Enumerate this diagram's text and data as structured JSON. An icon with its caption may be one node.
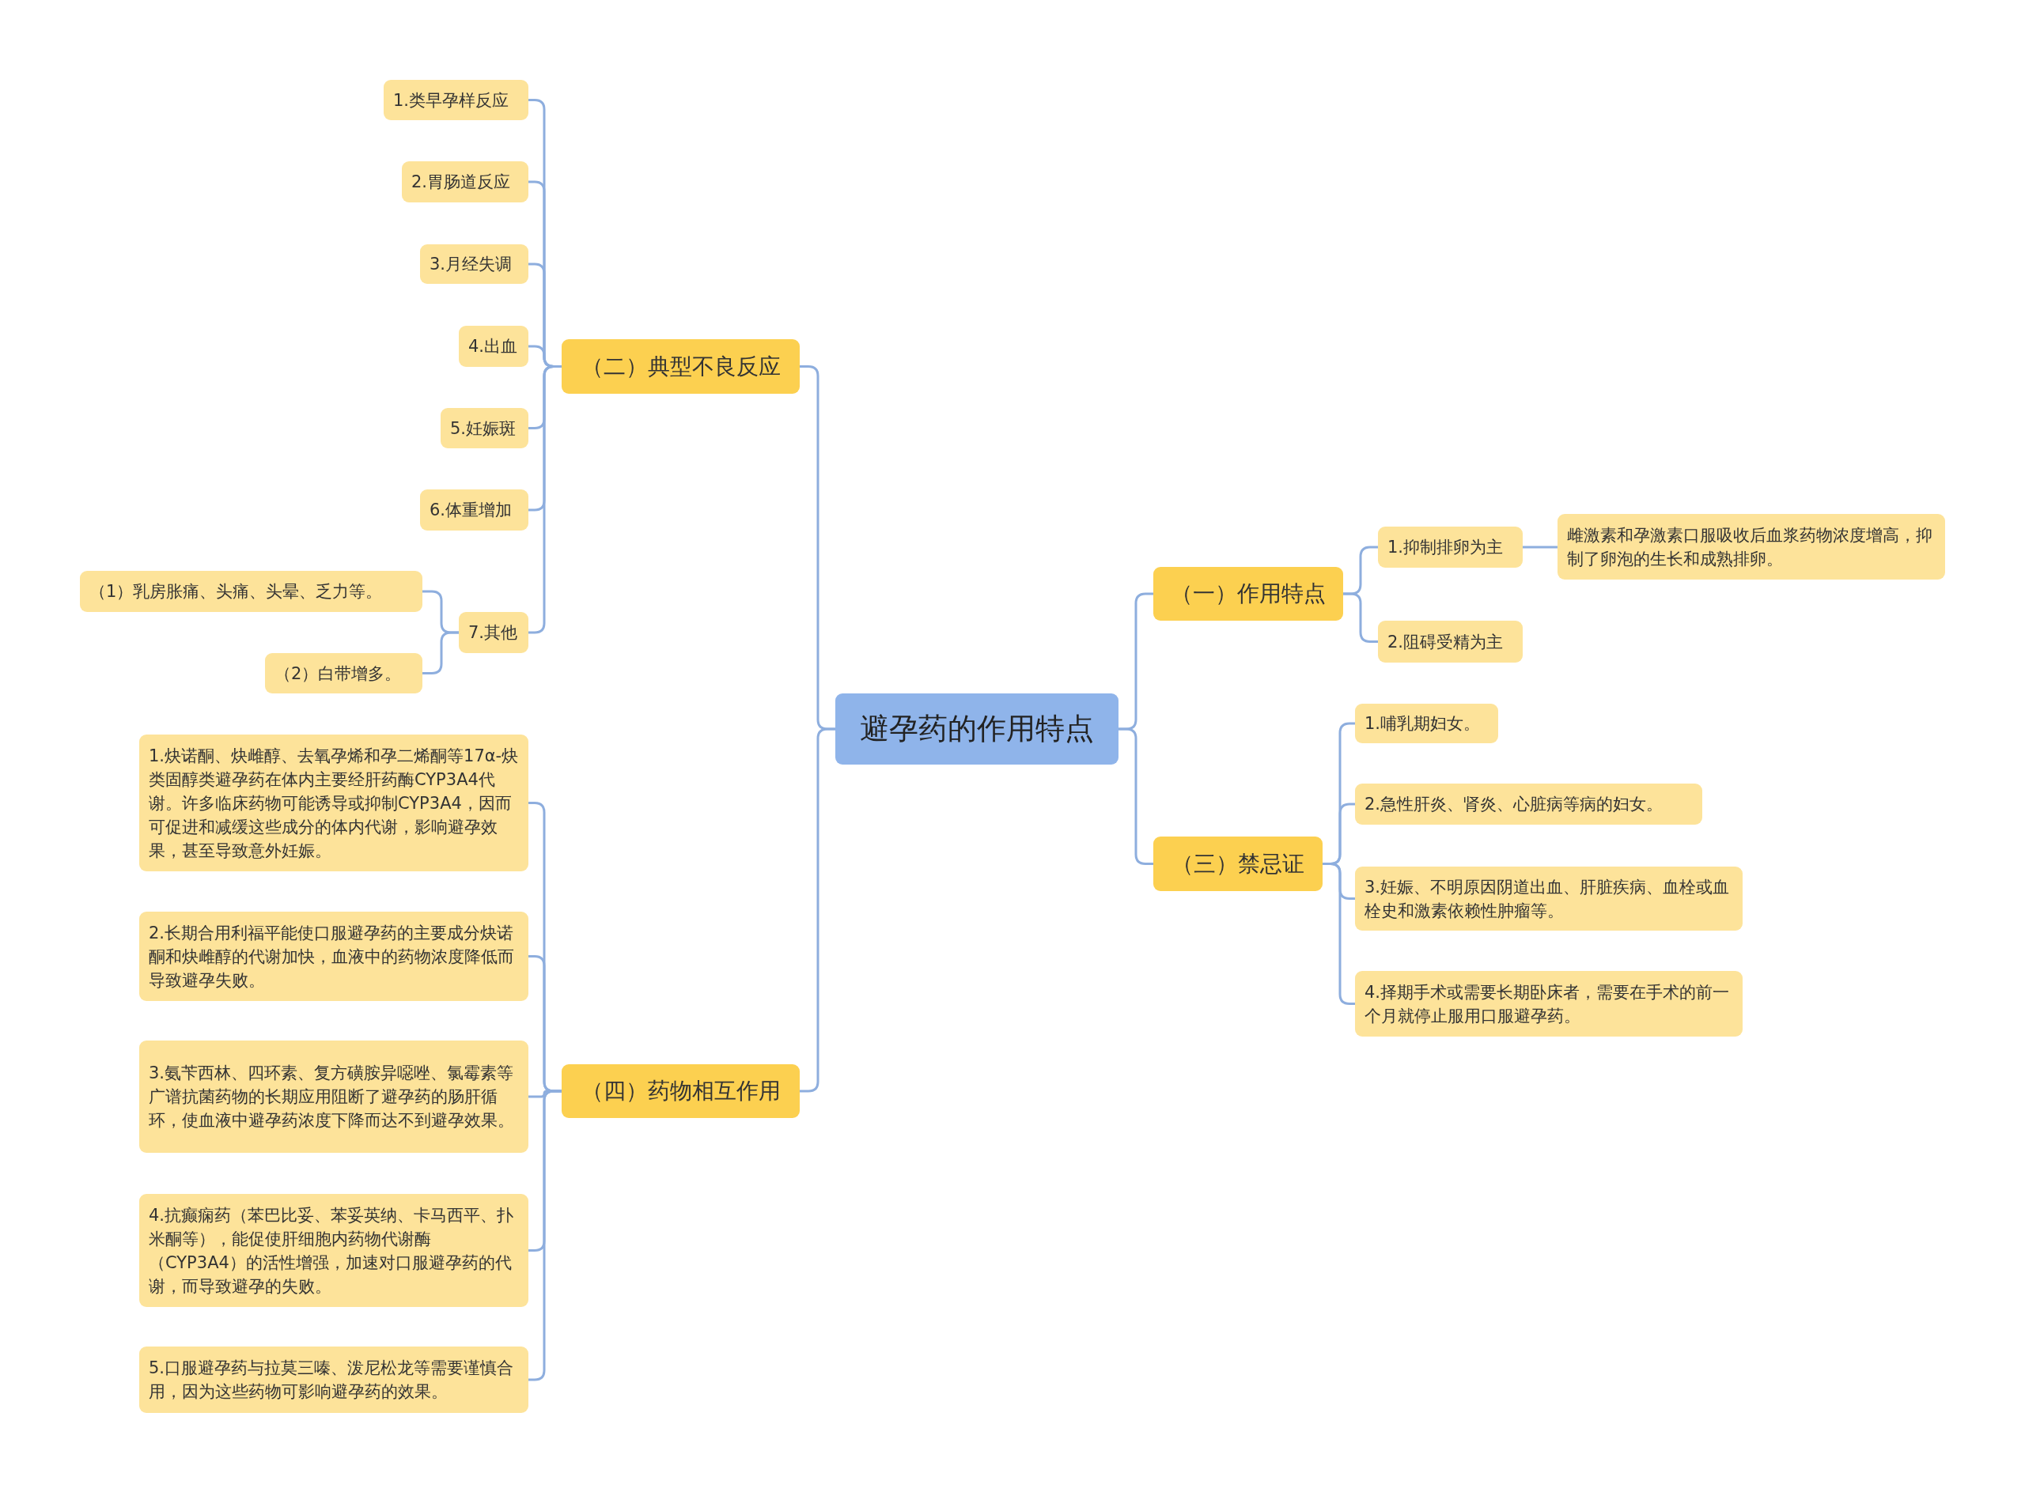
{
  "diagram": {
    "nodes": [
      {
        "text": [
          "避孕药的作用特点"
        ]
      },
      {
        "text": [
          "（一）作用特点"
        ]
      },
      {
        "text": [
          "1.抑制排卵为主"
        ]
      },
      {
        "text": [
          "雌激素和孕激素口服吸收后血浆药物浓度增高，抑制了卵泡的生长和成熟排卵。"
        ]
      },
      {
        "text": [
          "2.阻碍受精为主"
        ]
      },
      {
        "text": [
          "（三）禁忌证"
        ]
      },
      {
        "text": [
          "1.哺乳期妇女。"
        ]
      },
      {
        "text": [
          "2.急性肝炎、肾炎、心脏病等病的妇女。"
        ]
      },
      {
        "text": [
          "3.妊娠、不明原因阴道出血、肝脏疾病、血栓或血栓史和激素依赖性肿瘤等。"
        ]
      },
      {
        "text": [
          "4.择期手术或需要长期卧床者，需要在手术的前一个月就停止服用口服避孕药。"
        ]
      },
      {
        "text": [
          "（二）典型不良反应"
        ]
      },
      {
        "text": [
          "1.类早孕样反应"
        ]
      },
      {
        "text": [
          "2.胃肠道反应"
        ]
      },
      {
        "text": [
          "3.月经失调"
        ]
      },
      {
        "text": [
          "4.出血"
        ]
      },
      {
        "text": [
          "5.妊娠斑"
        ]
      },
      {
        "text": [
          "6.体重增加"
        ]
      },
      {
        "text": [
          "7.其他"
        ]
      },
      {
        "text": [
          "（1）乳房胀痛、头痛、头晕、乏力等。"
        ]
      },
      {
        "text": [
          "（2）白带增多。"
        ]
      },
      {
        "text": [
          "（四）药物相互作用"
        ]
      },
      {
        "text": [
          "1.炔诺酮、炔雌醇、去氧孕烯和孕二烯酮等17α-炔类固醇类避孕药在体内主要经肝药酶CYP3A4代谢。许多临床药物可能诱导或抑制CYP3A4，因而可促进和减缓这些成分的体内代谢，影响避孕效果，甚至导致意外妊娠。"
        ]
      },
      {
        "text": [
          "2.长期合用利福平能使口服避孕药的主要成分炔诺酮和炔雌醇的代谢加快，血液中的药物浓度降低而导致避孕失败。"
        ]
      },
      {
        "text": [
          "3.氨苄西林、四环素、复方磺胺异噁唑、氯霉素等广谱抗菌药物的长期应用阻断了避孕药的肠肝循环，使血液中避孕药浓度下降而达不到避孕效果。"
        ]
      },
      {
        "text": [
          "4.抗癫痫药（苯巴比妥、苯妥英纳、卡马西平、扑米酮等），能促使肝细胞内药物代谢酶（CYP3A4）的活性增强，加速对口服避孕药的代谢，而导致避孕的失败。"
        ]
      },
      {
        "text": [
          "5.口服避孕药与拉莫三嗪、泼尼松龙等需要谨慎合用，因为这些药物可影响避孕药的效果。"
        ]
      }
    ],
    "edges": [
      {
        "from": 0,
        "to": 1,
        "arrow": "none"
      },
      {
        "from": 1,
        "to": 2,
        "arrow": "none"
      },
      {
        "from": 2,
        "to": 3,
        "arrow": "none"
      },
      {
        "from": 1,
        "to": 4,
        "arrow": "none"
      },
      {
        "from": 0,
        "to": 5,
        "arrow": "none"
      },
      {
        "from": 5,
        "to": 6,
        "arrow": "none"
      },
      {
        "from": 5,
        "to": 7,
        "arrow": "none"
      },
      {
        "from": 5,
        "to": 8,
        "arrow": "none"
      },
      {
        "from": 5,
        "to": 9,
        "arrow": "none"
      },
      {
        "from": 0,
        "to": 10,
        "arrow": "none"
      },
      {
        "from": 10,
        "to": 11,
        "arrow": "none"
      },
      {
        "from": 10,
        "to": 12,
        "arrow": "none"
      },
      {
        "from": 10,
        "to": 13,
        "arrow": "none"
      },
      {
        "from": 10,
        "to": 14,
        "arrow": "none"
      },
      {
        "from": 10,
        "to": 15,
        "arrow": "none"
      },
      {
        "from": 10,
        "to": 16,
        "arrow": "none"
      },
      {
        "from": 10,
        "to": 17,
        "arrow": "none"
      },
      {
        "from": 17,
        "to": 18,
        "arrow": "none"
      },
      {
        "from": 17,
        "to": 19,
        "arrow": "none"
      },
      {
        "from": 0,
        "to": 20,
        "arrow": "none"
      },
      {
        "from": 20,
        "to": 21,
        "arrow": "none"
      },
      {
        "from": 20,
        "to": 22,
        "arrow": "none"
      },
      {
        "from": 20,
        "to": 23,
        "arrow": "none"
      },
      {
        "from": 20,
        "to": 24,
        "arrow": "none"
      },
      {
        "from": 20,
        "to": 25,
        "arrow": "none"
      }
    ]
  }
}
